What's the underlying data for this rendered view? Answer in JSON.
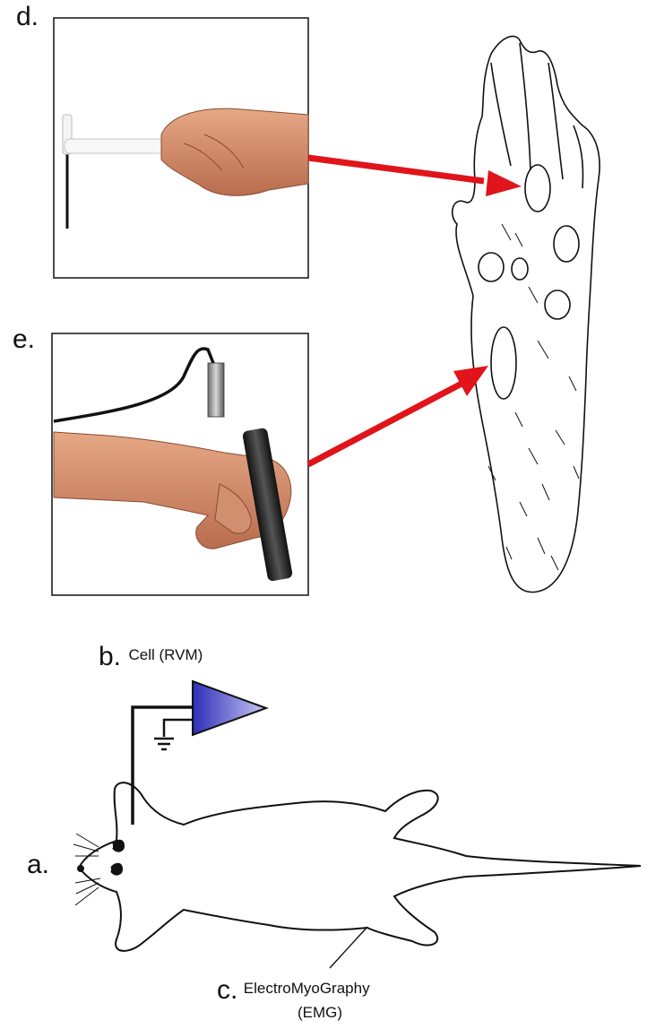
{
  "panels": {
    "d": {
      "letter": "d."
    },
    "e": {
      "letter": "e."
    },
    "a": {
      "letter": "a."
    },
    "b": {
      "letter": "b.",
      "text": "Cell (RVM)"
    },
    "c": {
      "letter": "c.",
      "text_line1": "ElectroMyoGraphy",
      "text_line2": "(EMG)"
    }
  },
  "colors": {
    "arrow": "#e0141a",
    "amplifier": "#4a4ac8",
    "line": "#111111"
  },
  "icons": [
    "von-frey-filament",
    "pressure-probe",
    "rat-hindpaw",
    "rat-outline",
    "amplifier-triangle",
    "ground-symbol"
  ]
}
